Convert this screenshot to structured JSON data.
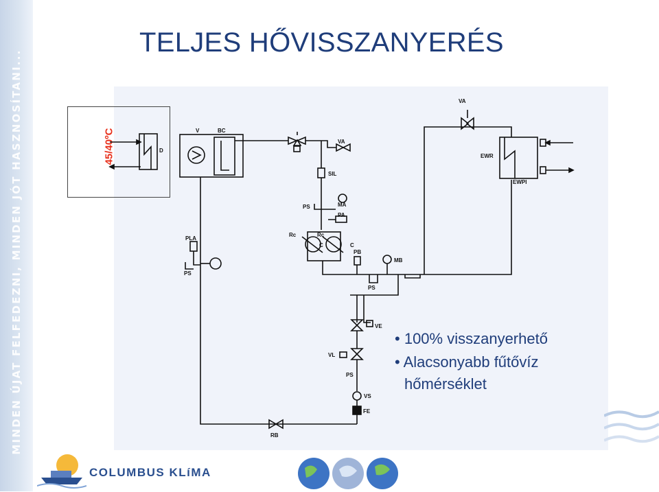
{
  "sidebar": {
    "text": "MINDEN ÚJAT FELFEDEZNI, MINDEN JÓT HASZNOSÍTANI..."
  },
  "title": "TELJES HŐVISSZANYERÉS",
  "temperature_label": "45/40ºC",
  "bullets": {
    "item1": "100% visszanyerhető",
    "item2_line1": "Alacsonyabb fűtővíz",
    "item2_line2": "hőmérséklet"
  },
  "diagram_labels": {
    "va_top": "VA",
    "ewr": "EWR",
    "ewpi": "EWPI",
    "v": "V",
    "bc": "BC",
    "d": "D",
    "va_mid": "VA",
    "sil": "SIL",
    "ps1": "PS",
    "ma": "MA",
    "pa": "PA",
    "rc1": "Rc",
    "rc2": "Rc",
    "c1": "C",
    "c2": "C",
    "pb": "PB",
    "mb": "MB",
    "ps2": "PS",
    "pla": "PLA",
    "ps3": "PS",
    "ve": "VE",
    "vl": "VL",
    "ps4": "PS",
    "vs": "VS",
    "fe": "FE",
    "rb": "RB"
  },
  "logo": {
    "text": "COLUMBUS KLíMA"
  },
  "colors": {
    "title": "#1f3d7a",
    "temperature": "#e8301c",
    "panel": "#f0f3fa",
    "sidebar": "#c7d5e8"
  }
}
